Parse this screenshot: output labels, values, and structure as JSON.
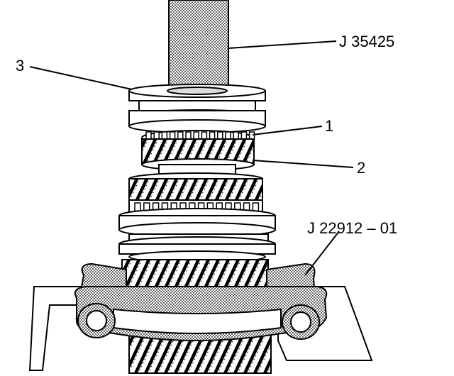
{
  "callouts": {
    "tool_press": "J 35425",
    "part_3": "3",
    "part_1": "1",
    "part_2": "2",
    "tool_separator": "J 22912 – 01"
  },
  "colors": {
    "line": "#000000",
    "background": "#ffffff",
    "shade": "#c8c8c8"
  }
}
